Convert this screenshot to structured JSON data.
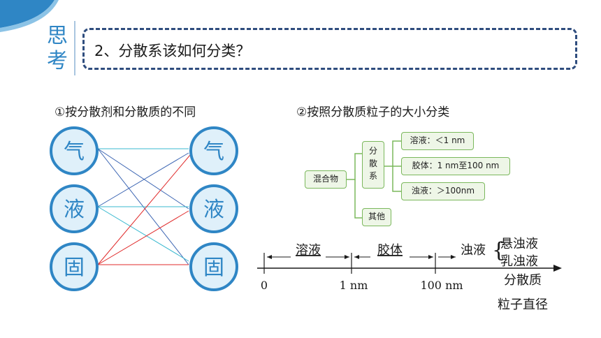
{
  "header": {
    "label": "思考",
    "question": "2、分散系该如何分类？"
  },
  "left_section": {
    "title": "①按分散剂和分散质的不同",
    "left_nodes": [
      "气",
      "液",
      "固"
    ],
    "right_nodes": [
      "气",
      "液",
      "固"
    ]
  },
  "right_section": {
    "title": "②按照分散质粒子的大小分类",
    "tree": {
      "root": "混合物",
      "branch": "分散系",
      "other": "其他",
      "leaves": [
        "溶液：＜1 nm",
        "胶体：1 nm至100 nm",
        "浊液：＞100nm"
      ]
    }
  },
  "scale": {
    "segment_labels": [
      "溶液",
      "胶体",
      "浊液"
    ],
    "turbid_types": [
      "悬浊液",
      "乳浊液"
    ],
    "ticks": [
      "0",
      "1 nm",
      "100 nm"
    ],
    "axis_label": [
      "分散质",
      "粒子直径"
    ]
  },
  "colors": {
    "circle_border": "#2f86c5",
    "circle_fill": "#dff0fa",
    "line_dark_blue": "#3d66b3",
    "line_cyan": "#38b8cf",
    "line_red": "#e02b2b",
    "tree_border": "#7bb85c",
    "tree_fill": "#eef6e7",
    "dash_border": "#2f4d7e"
  }
}
